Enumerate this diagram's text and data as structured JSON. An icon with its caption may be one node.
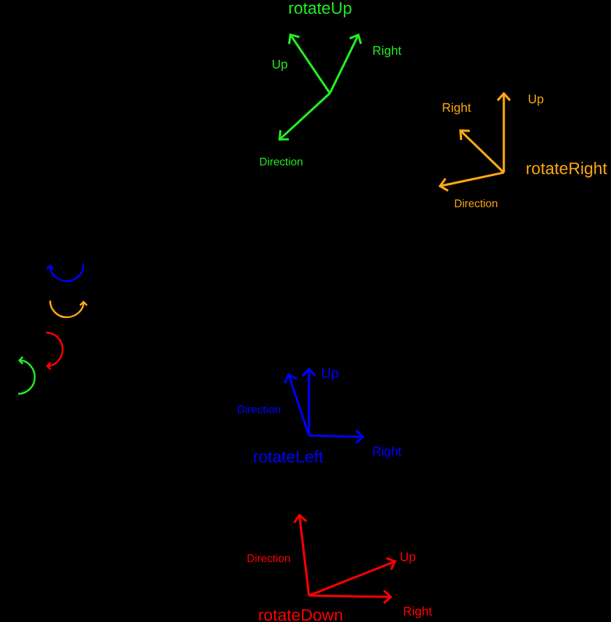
{
  "diagram": {
    "labels": [
      "rotateUp",
      "Up",
      "Right",
      "Direction",
      "Right",
      "Up",
      "rotateRight",
      "Direction",
      "Up",
      "Direction",
      "rotateLeft",
      "Right",
      "Direction",
      "Up",
      "rotateDown",
      "Right"
    ]
  }
}
